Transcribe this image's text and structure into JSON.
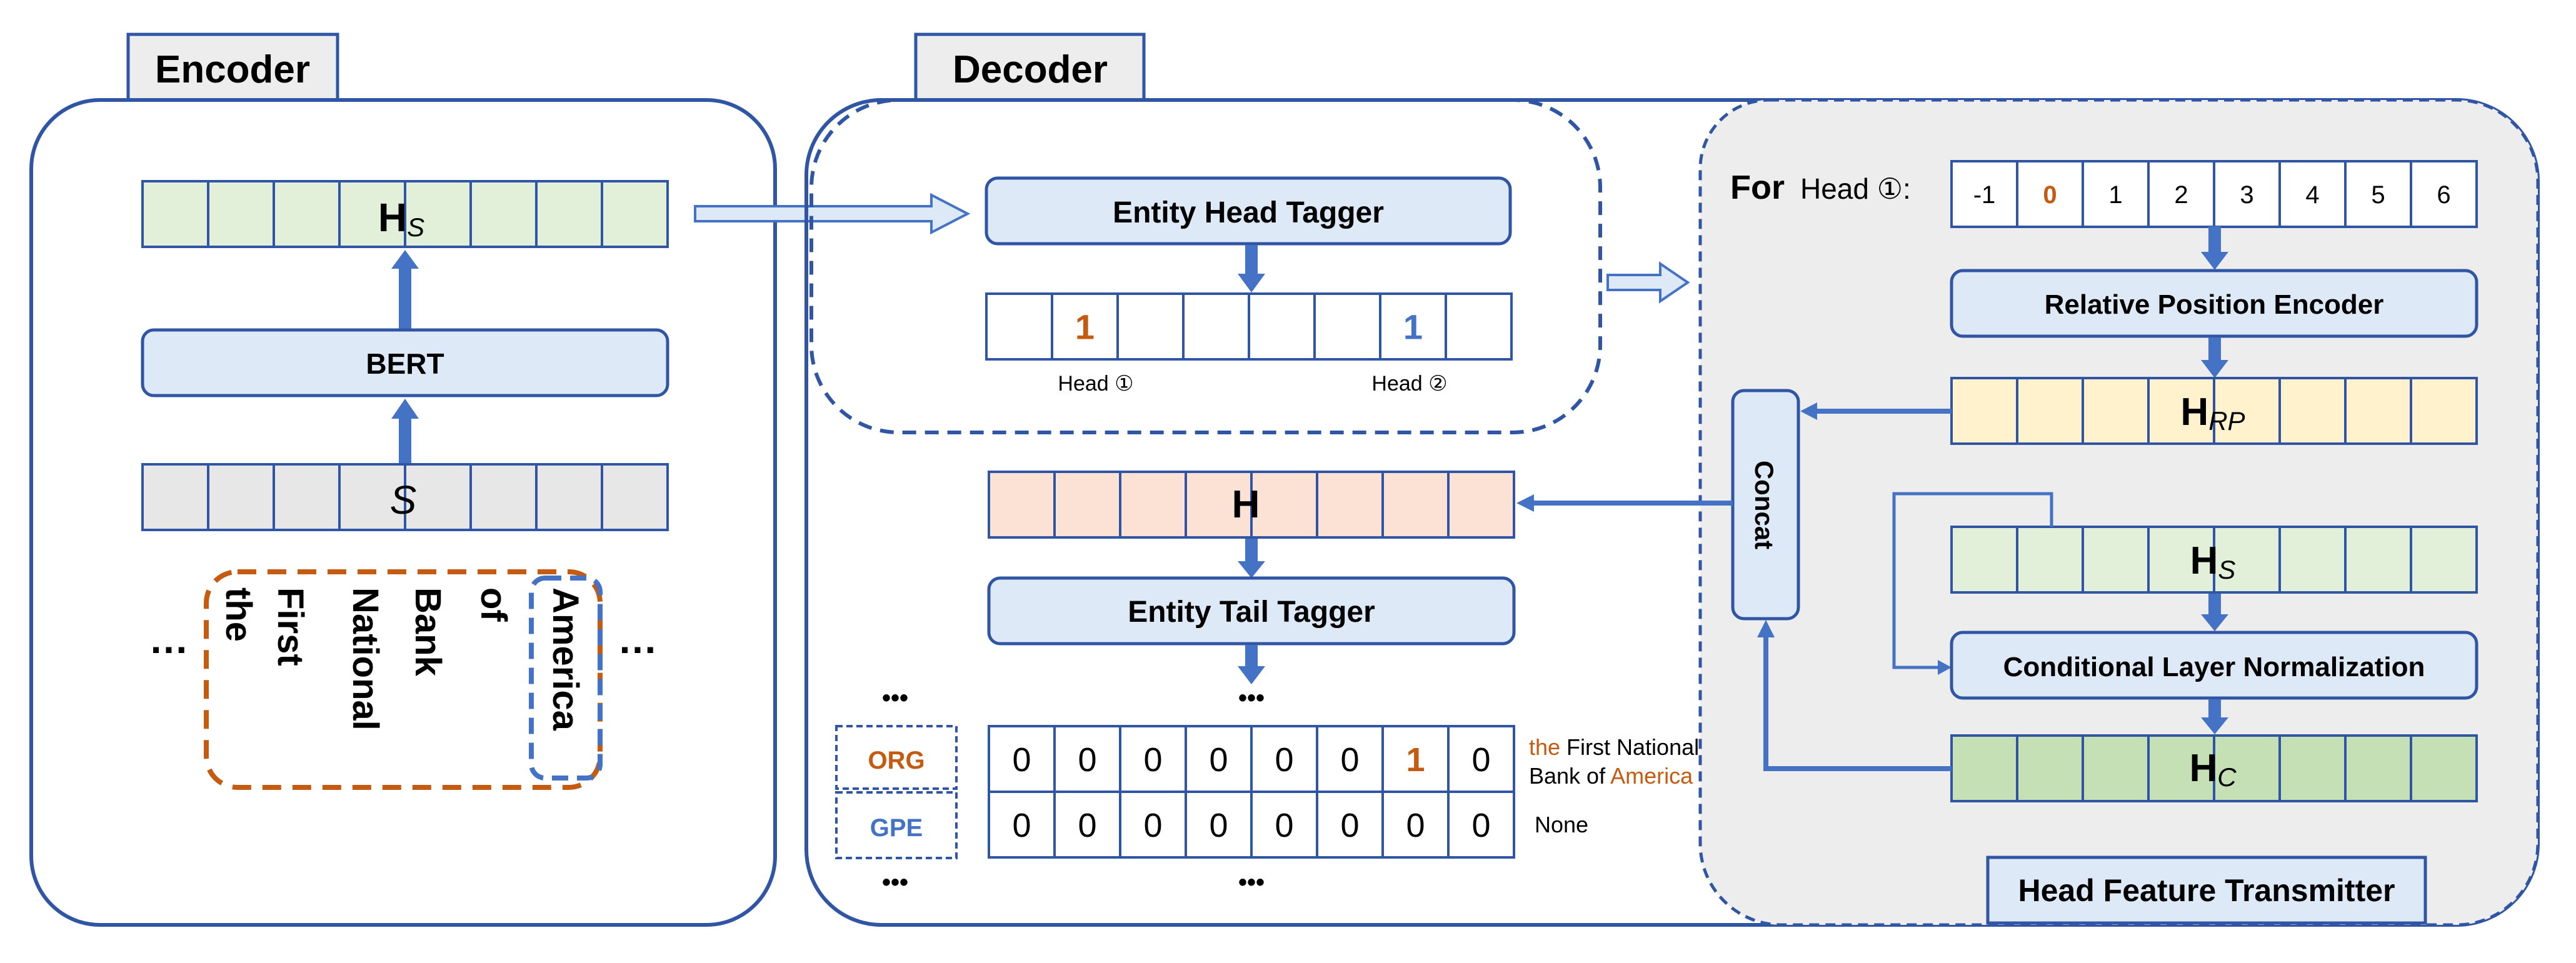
{
  "colors": {
    "frame": "#2f55a4",
    "arrow": "#4472c4",
    "box_fill": "#dde9f7",
    "green_cell": "#e2f0d9",
    "gray_cell": "#e7e7e7",
    "peach_cell": "#fbe2d5",
    "yellow_cell": "#fff2cc",
    "dark_green_cell": "#c5e0b4",
    "orange_text": "#c55a11",
    "blue_text": "#4472c4",
    "panel_fill": "#ededed"
  },
  "encoder": {
    "title": "Encoder",
    "hs_main": "H",
    "hs_sub": "S",
    "bert": "BERT",
    "s_label": "S",
    "ellipsis_left": "…",
    "ellipsis_right": "…",
    "words": [
      "the",
      "First",
      "National",
      "Bank",
      "of",
      "America"
    ]
  },
  "decoder": {
    "title": "Decoder",
    "entity_head_tagger": "Entity Head Tagger",
    "head_cells": [
      "",
      "1",
      "",
      "",
      "",
      "",
      "1",
      ""
    ],
    "head1_label": "Head ①",
    "head2_label": "Head ②",
    "h_label": "H",
    "entity_tail_tagger": "Entity Tail Tagger",
    "dots_left_top": "•••",
    "dots_left_bottom": "•••",
    "dots_top": "•••",
    "dots_bottom": "•••",
    "org_label": "ORG",
    "gpe_label": "GPE",
    "org_row": [
      "0",
      "0",
      "0",
      "0",
      "0",
      "0",
      "1",
      "0"
    ],
    "gpe_row": [
      "0",
      "0",
      "0",
      "0",
      "0",
      "0",
      "0",
      "0"
    ],
    "org_result_1": {
      "the": "the",
      "rest": " First National"
    },
    "org_result_2": {
      "start": "Bank of ",
      "america": "America"
    },
    "gpe_result": "None"
  },
  "hft": {
    "title": "Head Feature Transmitter",
    "for_label": "For",
    "head_label": "Head ①:",
    "positions": [
      "-1",
      "0",
      "1",
      "2",
      "3",
      "4",
      "5",
      "6"
    ],
    "rel_pos_encoder": "Relative Position Encoder",
    "hrp_main": "H",
    "hrp_sub": "RP",
    "concat": "Concat",
    "hs_main": "H",
    "hs_sub": "S",
    "cln": "Conditional Layer Normalization",
    "hc_main": "H",
    "hc_sub": "C"
  }
}
